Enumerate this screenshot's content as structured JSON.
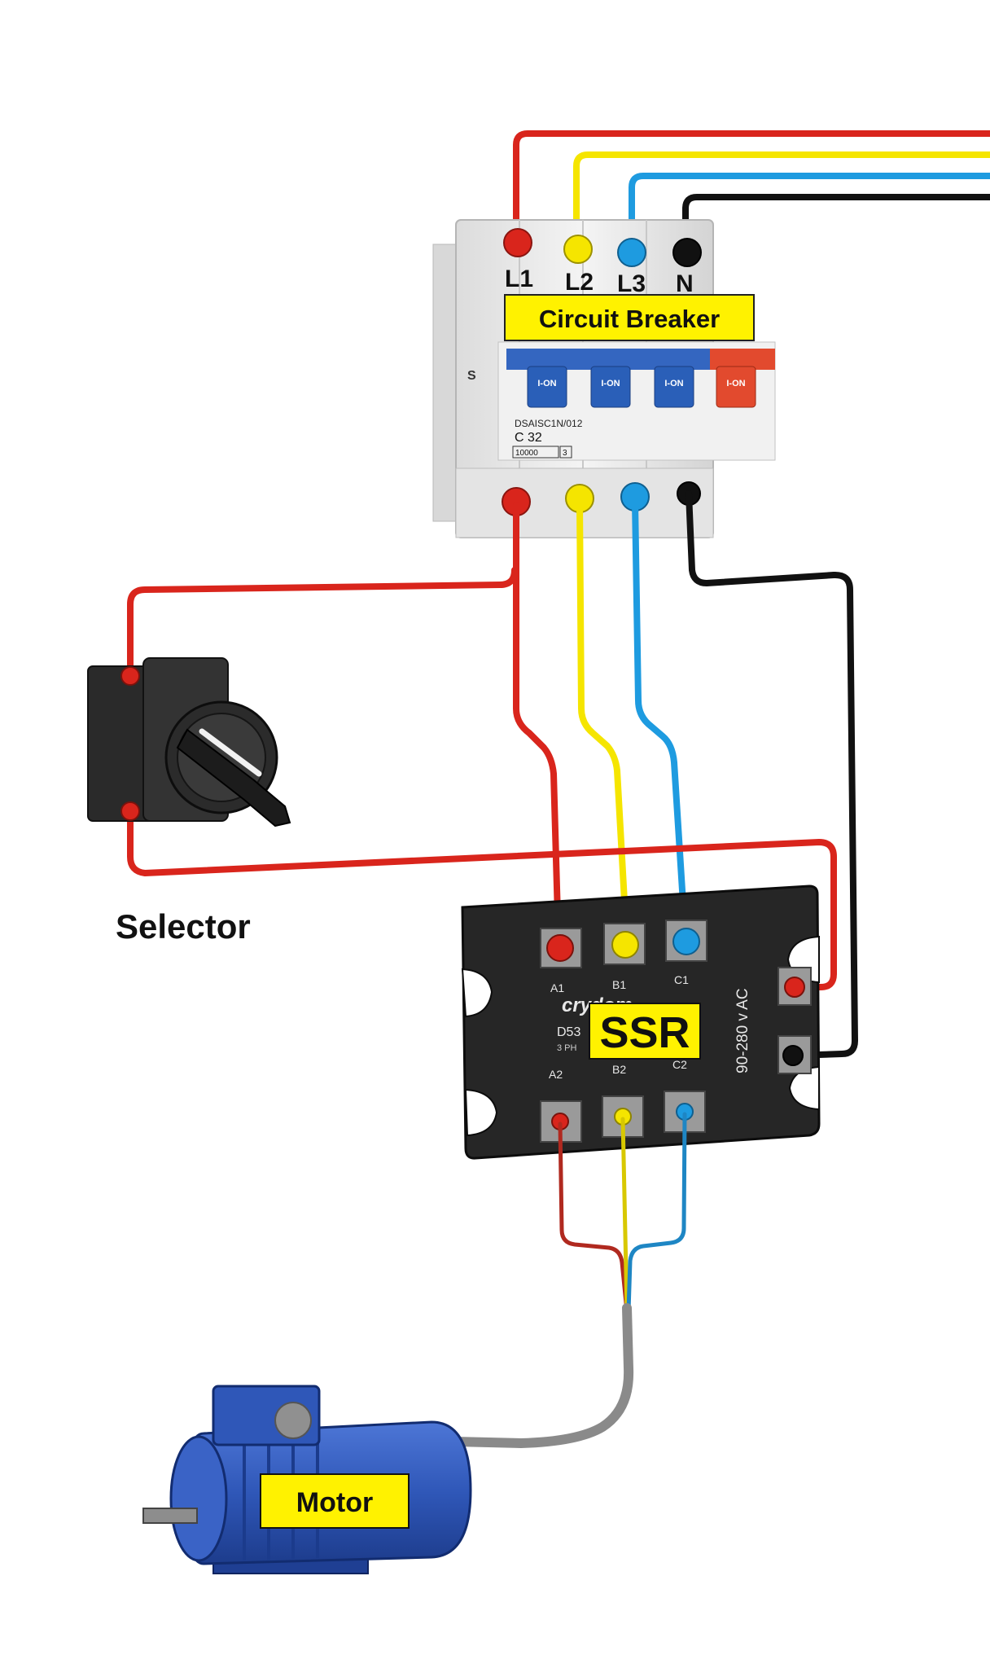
{
  "breaker": {
    "title": "Circuit Breaker",
    "terminals": [
      "L1",
      "L2",
      "L3",
      "N"
    ],
    "pole_labels": [
      "I-ON",
      "I-ON",
      "I-ON",
      "I-ON"
    ],
    "model_code": "DSAISC1N/012",
    "rating": "C 32",
    "breaking_capacity": "10000",
    "class": "3",
    "side_mark": "S"
  },
  "selector": {
    "label": "Selector"
  },
  "ssr": {
    "label": "SSR",
    "brand": "crydom",
    "model": "D53",
    "model_sub": "3 PH",
    "voltage": "90-280 v AC",
    "top_terminals": [
      "A1",
      "B1",
      "C1"
    ],
    "bottom_terminals": [
      "A2",
      "B2",
      "C2"
    ]
  },
  "motor": {
    "label": "Motor"
  },
  "colors": {
    "l1": "#d9251c",
    "l2": "#f5e500",
    "l3": "#1e9be0",
    "neutral": "#111111",
    "label_bg": "#fff200",
    "breaker_body": "#ececec",
    "ssr_body": "#262626",
    "motor_body": "#2f57b8",
    "cable": "#8a8a8a"
  }
}
